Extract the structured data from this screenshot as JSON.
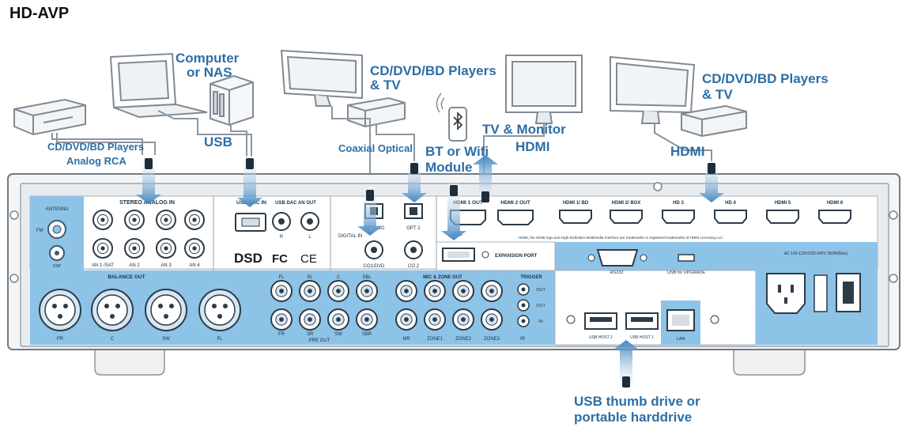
{
  "title": "HD-AVP",
  "labels": {
    "cd_analog": "CD/DVD/BD Players",
    "analog_rca": "Analog RCA",
    "computer_line1": "Computer",
    "computer_line2": "or NAS",
    "usb": "USB",
    "cd_tv_1": "CD/DVD/BD Players",
    "cd_tv_1b": "& TV",
    "coaxial_optical": "Coaxial Optical",
    "bt_line1": "BT or Wifi",
    "bt_line2": "Module",
    "tv_monitor": "TV & Monitor",
    "hdmi_center": "HDMI",
    "cd_tv_2": "CD/DVD/BD Players",
    "cd_tv_2b": "& TV",
    "hdmi_right": "HDMI",
    "usb_drive_line1": "USB thumb drive or",
    "usb_drive_line2": "portable harddrive"
  },
  "panel": {
    "antenna": "ANTENNA",
    "fm": "FM",
    "dsp": "DSP",
    "stereo_analog_in": "STEREO ANALOG IN",
    "analog_in": [
      "AN 1 /SAT",
      "AN 2",
      "AN 3",
      "AN 4"
    ],
    "usb_dac_in": "USB DAC IN",
    "usb_dac_an_out": "USB DAC AN OUT",
    "r": "R",
    "l": "L",
    "dsd": "DSD",
    "fc": "FC",
    "ce": "CE",
    "digital_in": "DIGITAL IN",
    "opt1": "OPT1/CO",
    "opt2": "OPT 2",
    "co1": "CO1/DVD",
    "co2": "CO 2",
    "hdmi1_out": "HDMI 1 OUT",
    "hdmi2_out": "HDMI 2 OUT",
    "arc": "ARC",
    "hdmi_in": [
      "HDMI 1/ BD",
      "HDMI 2/ BOX",
      "HD 3",
      "HD 4",
      "HDMI 5",
      "HDMI 6"
    ],
    "hdmi_note": "HDMI, the HDMI logo and High-Definition Multimedia Interface are trademarks or registered trademarks of HDMI Licensing LLC.",
    "expansion_port": "EXPANSION PORT",
    "balance_out": "BALANCE OUT",
    "xlr": [
      "FR",
      "C",
      "SW",
      "FL"
    ],
    "pre_out": "PRE OUT",
    "pre_out_top": [
      "FL",
      "SL",
      "C",
      "SBL"
    ],
    "pre_out_bot": [
      "FR",
      "SR",
      "SW",
      "SBR"
    ],
    "mic_zone_out": "MIC & ZONE OUT",
    "zone_out": [
      "MR",
      "ZONE1",
      "ZONE2",
      "ZONE3"
    ],
    "trigger": "TRIGGER",
    "trigger_labels": [
      "OUT",
      "OUT",
      "IN"
    ],
    "ir": "IR",
    "rs232": "RS232",
    "usb_upgrade": "USB for UPGRADE",
    "usb_host": [
      "USB HOST 2",
      "USB HOST 1"
    ],
    "lan": "LAN",
    "ac_spec": "AC 100-120V/220-240V 350W(Max)"
  },
  "colors": {
    "accent": "#2d6ea5",
    "panel_blue": "#8ec3e8",
    "panel_light": "#d6e6f2",
    "arrow": "#4a8dc4"
  }
}
